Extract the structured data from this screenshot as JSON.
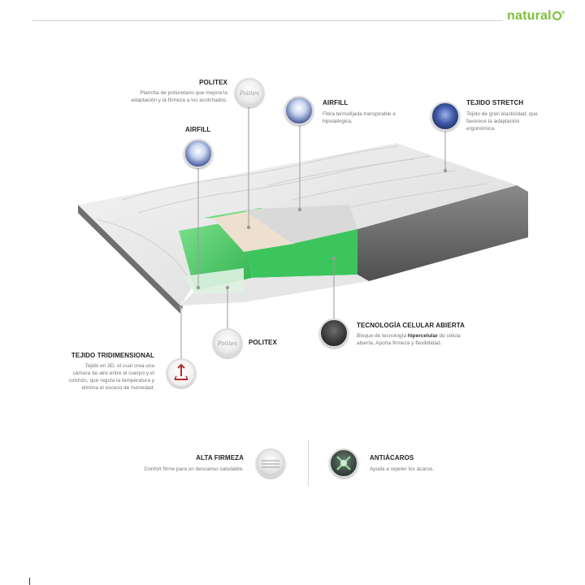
{
  "brand": {
    "name": "natural",
    "mark": "®"
  },
  "callouts": {
    "politex_top": {
      "title": "POLITEX",
      "desc": "Plancha de poliuretano que mejora la adaptación y la firmeza a los acolchados.",
      "icon": "politex-logo-icon",
      "icon_text": "Politex"
    },
    "airfill_center": {
      "title": "AIRFILL",
      "desc": "Fibra termofijada transpirable e hipoalérgica.",
      "icon": "airfill-fiber-icon"
    },
    "stretch": {
      "title": "TEJIDO STRETCH",
      "desc": "Tejido de gran elasticidad, que favorece la adaptación ergonómica.",
      "icon": "stretch-fabric-icon"
    },
    "airfill_left": {
      "title": "AIRFILL",
      "icon": "airfill-fiber-icon"
    },
    "politex_bottom": {
      "title": "POLITEX",
      "icon": "politex-logo-icon",
      "icon_text": "Politex"
    },
    "celular": {
      "title": "TECNOLOGÍA CELULAR ABIERTA",
      "desc_pre": "Bloque de tecnología ",
      "desc_highlight": "hipercelular",
      "desc_post": " de célula abierta. Aporta firmeza y flexibilidad.",
      "icon": "open-cell-foam-icon"
    },
    "tridim": {
      "title": "TEJIDO TRIDIMENSIONAL",
      "desc": "Tejido en 3D, el cual crea una cámara de aire entre el cuerpo y el colchón, que regula la temperatura y elimina el exceso de humedad.",
      "icon": "3d-fabric-airflow-icon"
    }
  },
  "features": {
    "firmeza": {
      "title": "ALTA FIRMEZA",
      "desc": "Confort firme para un descanso saludable.",
      "icon": "high-firmness-icon"
    },
    "acaros": {
      "title": "ANTIÁCAROS",
      "desc": "Ayuda a repeler los ácaros.",
      "icon": "anti-mite-icon"
    }
  },
  "colors": {
    "foam": "#4fd16a",
    "cover": "#e9e9e9",
    "side": "#6f6f6f",
    "brand": "#7cbf3b"
  }
}
